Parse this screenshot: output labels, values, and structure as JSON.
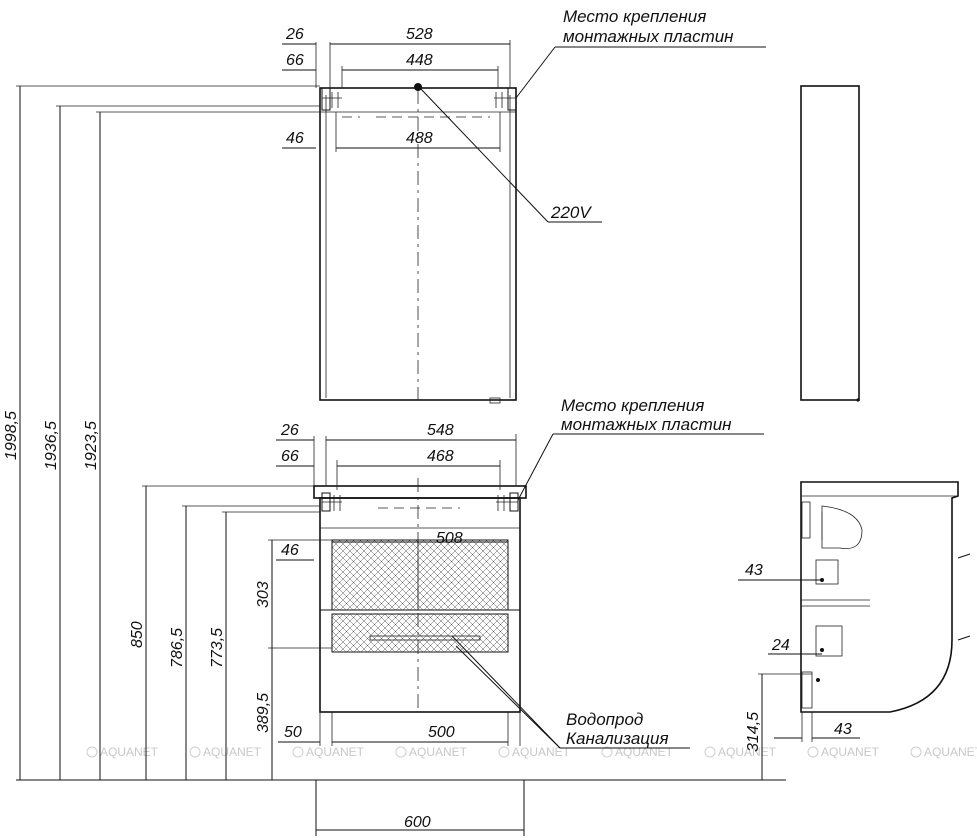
{
  "notes": {
    "mount_top": [
      "Место крепления",
      "монтажных пластин"
    ],
    "mount_mid": [
      "Место крепления",
      "монтажных пластин"
    ],
    "power": "220V",
    "plumbing": [
      "Водопрод",
      "Канализация"
    ]
  },
  "dims_top": {
    "d26": "26",
    "d528": "528",
    "d66": "66",
    "d448": "448",
    "d46": "46",
    "d488": "488"
  },
  "dims_mid": {
    "d26": "26",
    "d548": "548",
    "d66": "66",
    "d468": "468",
    "d46": "46",
    "d508": "508",
    "d303": "303",
    "d389": "389,5",
    "d50": "50",
    "d500": "500"
  },
  "dims_vertical": {
    "h1998": "1998,5",
    "h1936": "1936,5",
    "h1923": "1923,5",
    "h850": "850",
    "h786": "786,5",
    "h773": "773,5"
  },
  "dims_bottom": {
    "w600": "600"
  },
  "dims_side": {
    "d43a": "43",
    "d24": "24",
    "d314": "314,5",
    "d43b": "43"
  },
  "watermark": "AQUANET",
  "watermark_count": 9
}
